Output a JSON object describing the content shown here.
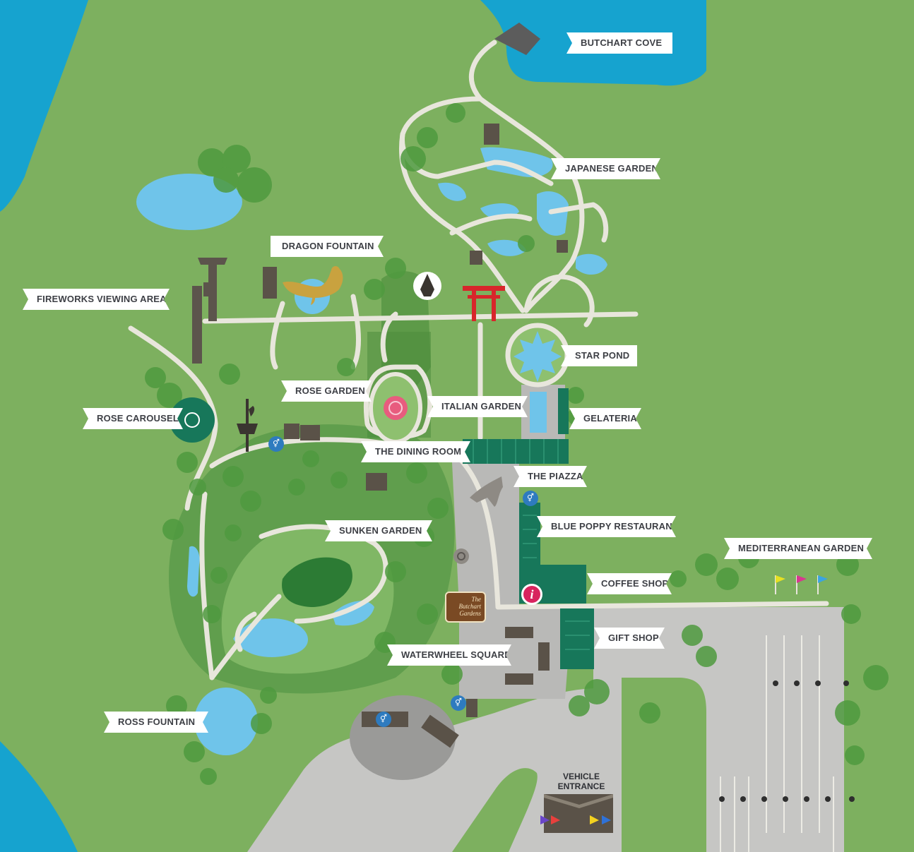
{
  "labels": {
    "butchart_cove": "BUTCHART COVE",
    "japanese_garden": "JAPANESE GARDEN",
    "dragon_fountain": "DRAGON FOUNTAIN",
    "fireworks_viewing_area": "FIREWORKS VIEWING AREA",
    "star_pond": "STAR POND",
    "rose_garden": "ROSE GARDEN",
    "italian_garden": "ITALIAN GARDEN",
    "rose_carousel": "ROSE CAROUSEL",
    "gelateria": "GELATERIA",
    "the_dining_room": "THE DINING ROOM",
    "the_piazza": "THE PIAZZA",
    "blue_poppy_restaurant": "BLUE POPPY RESTAURANT",
    "mediterranean_garden": "MEDITERRANEAN GARDEN",
    "sunken_garden": "SUNKEN GARDEN",
    "coffee_shop": "COFFEE SHOP",
    "gift_shop": "GIFT SHOP",
    "waterwheel_square": "WATERWHEEL SQUARE",
    "ross_fountain": "ROSS FOUNTAIN",
    "vehicle_entrance_line1": "VEHICLE",
    "vehicle_entrance_line2": "ENTRANCE"
  },
  "logo": {
    "line1": "The",
    "line2": "Butchart",
    "line3": "Gardens"
  },
  "info_glyph": "i",
  "colors": {
    "grass": "#7db05f",
    "water": "#16a3cf",
    "pond": "#6fc4ea",
    "path": "#e8e6dc",
    "road": "#c6c6c4",
    "tree": "#4f9a3f",
    "building": "#17775a",
    "label_bg": "#ffffff",
    "label_text": "#3d3f45"
  },
  "icons": {
    "restroom": "restroom-icon",
    "info": "info-icon",
    "torii": "torii-gate-icon",
    "dragon": "dragon-statue-icon",
    "carousel_horse": "carousel-horse-icon",
    "totem": "totem-pole-icon",
    "boar": "boar-statue-icon",
    "snail": "snail-statue-icon",
    "flags": "flags-icon"
  }
}
